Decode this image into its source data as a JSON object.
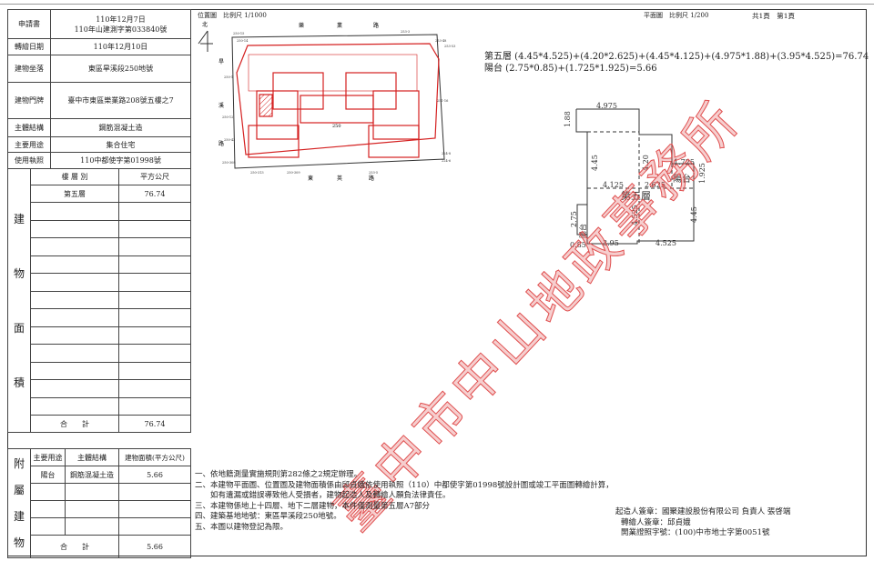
{
  "info": {
    "rows": [
      {
        "label": "申請書",
        "value": "110年12月7日",
        "value2": "110年山建測字第033840號"
      },
      {
        "label": "轉繪日期",
        "value": "110年12月10日"
      },
      {
        "label": "建物坐落",
        "value": "東區旱溪段250地號"
      },
      {
        "label": "建物門牌",
        "value": "臺中市東區樂業路208號五樓之7"
      },
      {
        "label": "主體結構",
        "value": "鋼筋混凝土造"
      },
      {
        "label": "主要用途",
        "value": "集合住宅"
      },
      {
        "label": "使用執照",
        "value": "110中都使字第01998號"
      }
    ]
  },
  "area": {
    "side_label": "建物面積",
    "side_chars": [
      "建",
      "物",
      "面",
      "積"
    ],
    "col_floor": "樓 層 別",
    "col_sqm": "平方公尺",
    "rows": [
      {
        "floor": "第五層",
        "sqm": "76.74"
      }
    ],
    "total_label": "合　　計",
    "total": "76.74"
  },
  "accessory": {
    "side_chars": [
      "附",
      "屬",
      "建",
      "物"
    ],
    "col_use": "主要用途",
    "col_struct": "主體結構",
    "col_area": "建物面積(平方公尺)",
    "rows": [
      {
        "use": "陽台",
        "struct": "鋼筋混凝土造",
        "area": "5.66"
      }
    ],
    "total_label": "合　　計",
    "total": "5.66"
  },
  "site_plan": {
    "title": "位置圖　比例尺 1/1000",
    "north": "北",
    "lot": "250",
    "roads": [
      "樂",
      "業",
      "路",
      "東",
      "英",
      "路",
      "旱",
      "溪",
      "路"
    ],
    "parcels": [
      "250-15",
      "250-14",
      "250-1",
      "250-12",
      "250-42",
      "250-308",
      "250-313",
      "250-309",
      "253-3",
      "253-5",
      "253-48",
      "253-53",
      "251-16",
      "224-8",
      "224-6"
    ]
  },
  "floor_plan": {
    "title": "平面圖　比例尺 1/200",
    "pages": "共1頁　第1頁",
    "formula1": "第五層 (4.45*4.525)+(4.20*2.625)+(4.45*4.125)+(4.975*1.88)+(3.95*4.525)=76.74",
    "formula2": "陽台 (2.75*0.85)+(1.725*1.925)=5.66",
    "dims": {
      "top": "4.975",
      "left_top": "1.88",
      "h1": "4.45",
      "h2": "4.20",
      "b1": "1.725",
      "b2": "1.925",
      "w1": "4.125",
      "w2": "2.625",
      "v1": "4.525",
      "v2": "4.45",
      "bl": "2.75",
      "bw": "0.85",
      "bot1": "3.95",
      "bot2": "4.525"
    },
    "floor_label": "第五層",
    "balcony": "陽台"
  },
  "notes": [
    "一、依地籍測量實施規則第282條之2規定辦理。",
    "二、本建物平面圖、位置圖及建物面積係由邱貞娥依使用執照（110）中都使字第01998號設計圖或竣工平面圖轉繪計算，",
    "　　如有遺漏或錯誤導致他人受損者，建物起造人及轉繪人願負法律責任。",
    "三、本建物係地上十四層、地下二層建物，本件僅測量第五層A7部分",
    "四、建築基地地號：東區旱溪段250地號。",
    "五、本圖以建物登記為限。"
  ],
  "signatures": [
    "起造人簽章：國聚建設股份有限公司 負責人 張啓端",
    "轉繪人簽章：邱貞娥",
    "開業證照字號：(100)中市地士字第0051號"
  ],
  "watermark": "臺中市中山地政事務所",
  "colors": {
    "plan_red": "#d42020",
    "stamp_red": "#e05050"
  }
}
